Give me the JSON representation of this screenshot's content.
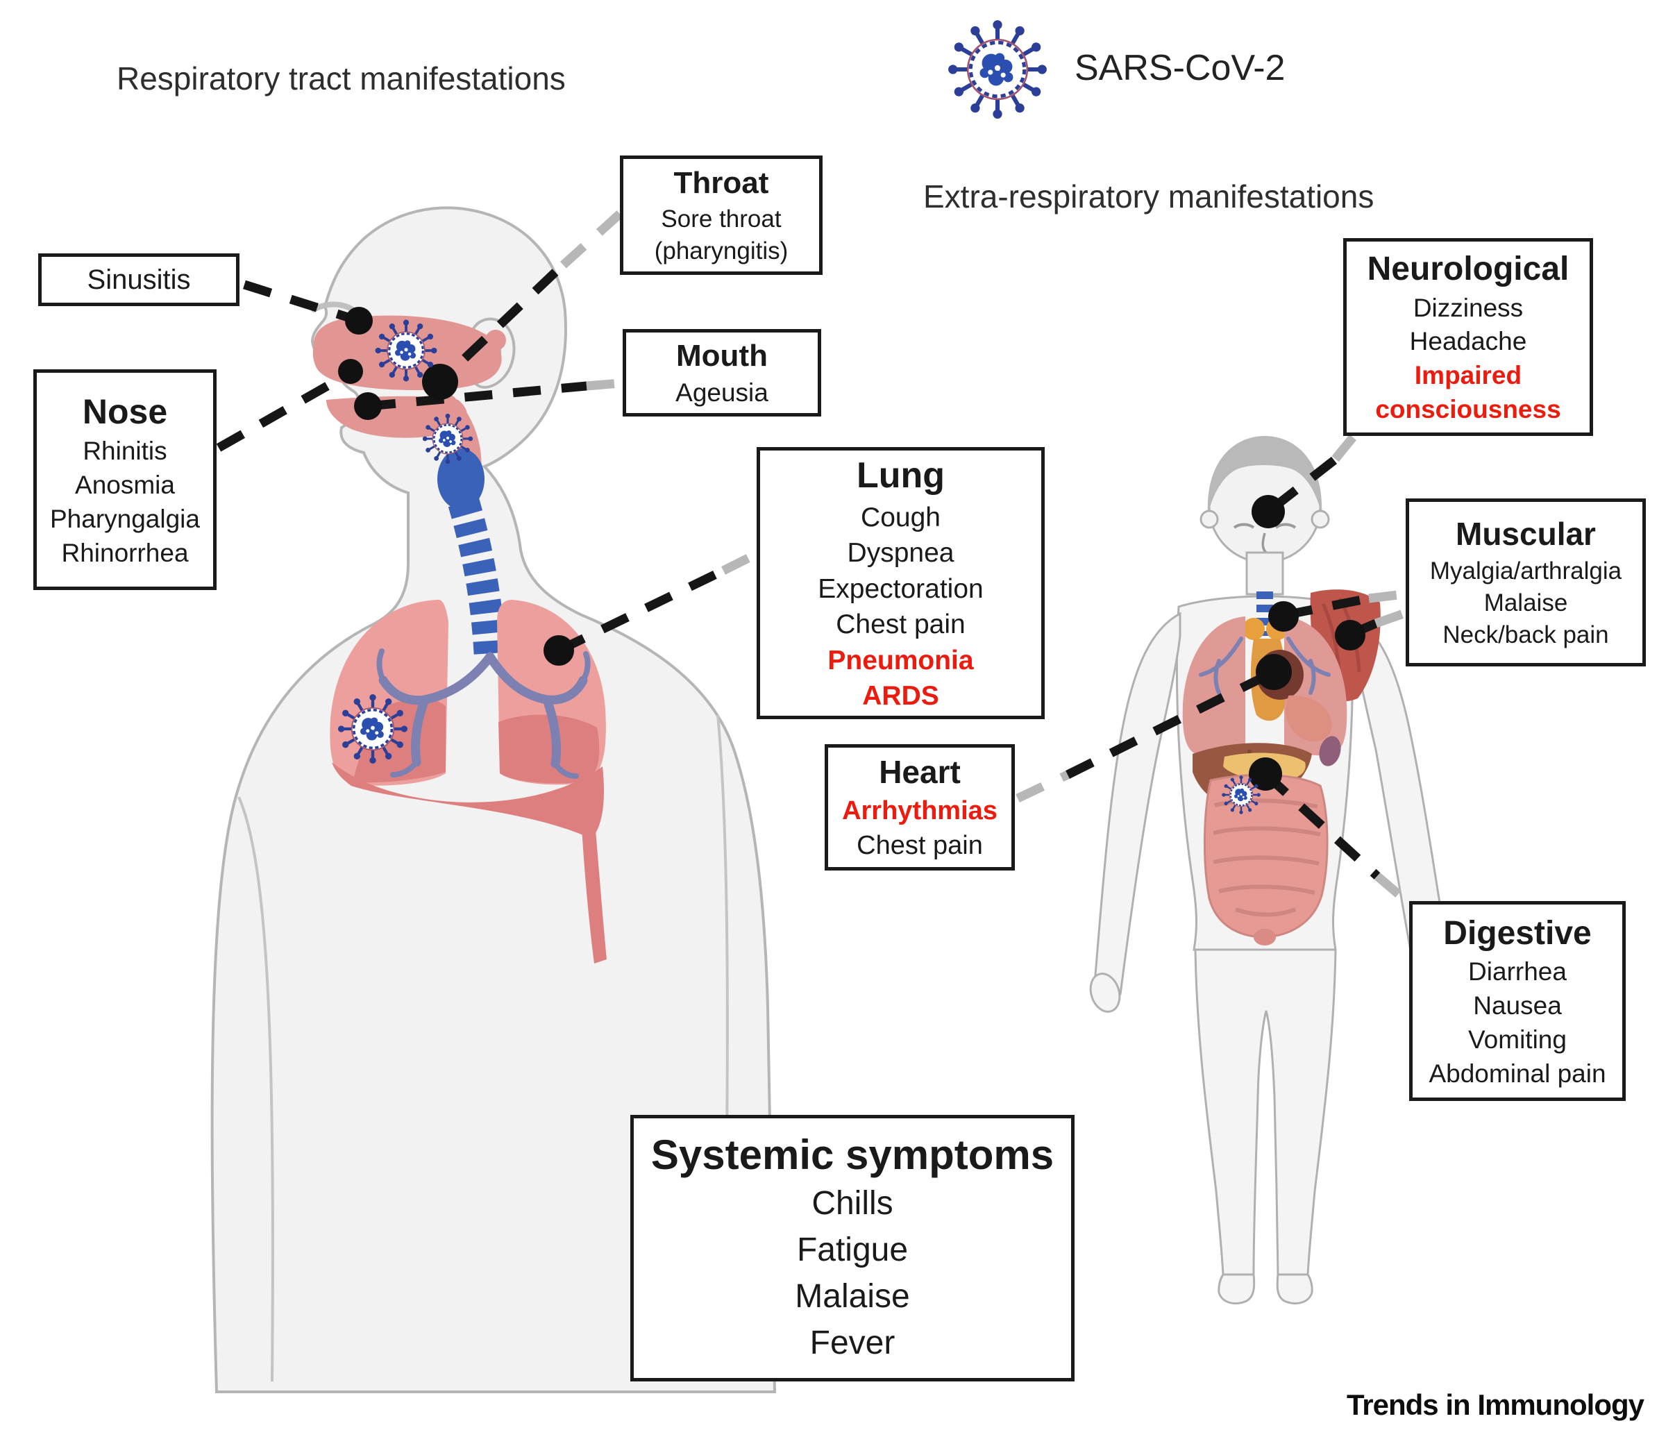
{
  "headings": {
    "respiratory_title": "Respiratory tract manifestations",
    "extra_respiratory_title": "Extra-respiratory manifestations",
    "virus_name": "SARS-CoV-2",
    "journal": "Trends in Immunology"
  },
  "colors": {
    "highlight_red": "#ed1b0e",
    "box_border": "#1a1a1a",
    "virus_blue": "#2b3f98",
    "lung_pink": "#ec9f9c",
    "organ_liver_brown": "#985740",
    "muscle_red": "#bf564c"
  },
  "icons": {
    "virus": "coronavirus-icon",
    "dots": "anatomy-marker-dot",
    "connectors": "dashed-leader-line"
  },
  "boxes": {
    "sinusitis": {
      "title": "Sinusitis",
      "items": []
    },
    "throat": {
      "title": "Throat",
      "items": [
        "Sore throat",
        "(pharyngitis)"
      ]
    },
    "nose": {
      "title": "Nose",
      "items": [
        "Rhinitis",
        "Anosmia",
        "Pharyngalgia",
        "Rhinorrhea"
      ]
    },
    "mouth": {
      "title": "Mouth",
      "items": [
        "Ageusia"
      ]
    },
    "lung": {
      "title": "Lung",
      "items": [
        "Cough",
        "Dyspnea",
        "Expectoration",
        "Chest pain",
        "Pneumonia",
        "ARDS"
      ],
      "red_items": [
        "Pneumonia",
        "ARDS"
      ]
    },
    "heart": {
      "title": "Heart",
      "items": [
        "Arrhythmias",
        "Chest pain"
      ],
      "red_items": [
        "Arrhythmias"
      ]
    },
    "neurological": {
      "title": "Neurological",
      "items": [
        "Dizziness",
        "Headache",
        "Impaired consciousness"
      ],
      "red_items": [
        "Impaired consciousness"
      ]
    },
    "muscular": {
      "title": "Muscular",
      "items": [
        "Myalgia/arthralgia",
        "Malaise",
        "Neck/back pain"
      ]
    },
    "digestive": {
      "title": "Digestive",
      "items": [
        "Diarrhea",
        "Nausea",
        "Vomiting",
        "Abdominal pain"
      ]
    },
    "systemic": {
      "title": "Systemic symptoms",
      "items": [
        "Chills",
        "Fatigue",
        "Malaise",
        "Fever"
      ]
    }
  }
}
